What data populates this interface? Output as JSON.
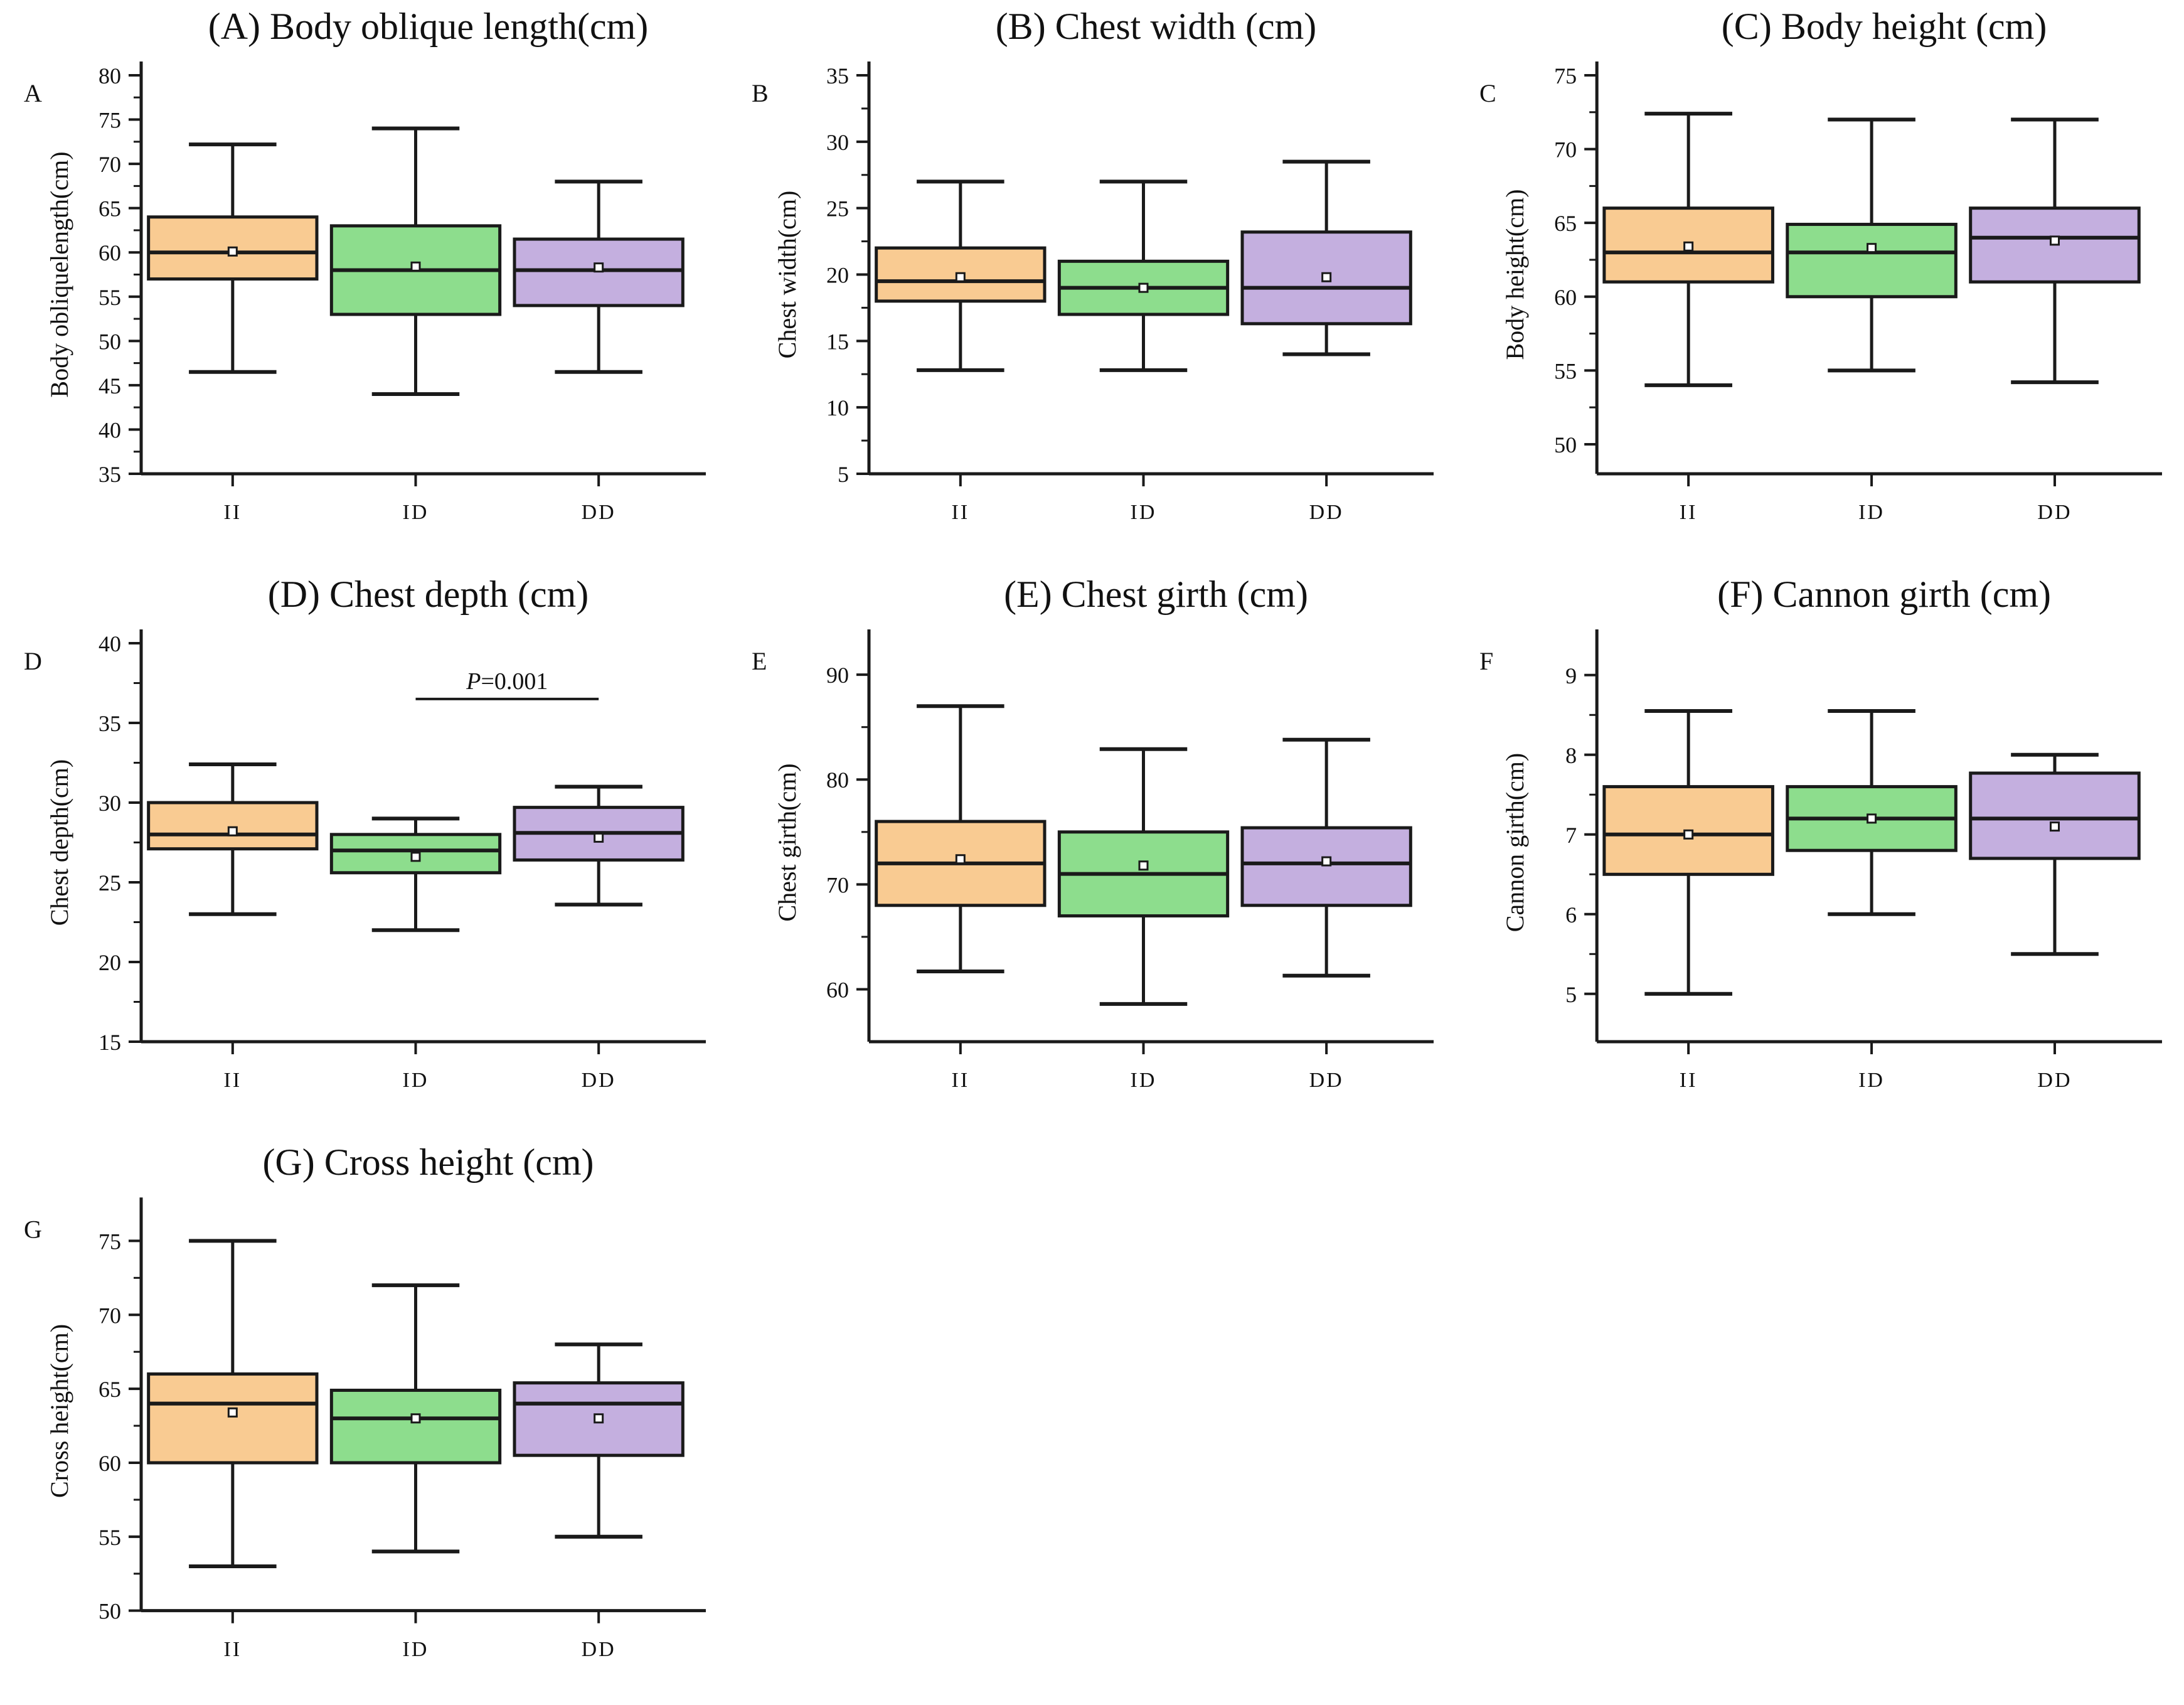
{
  "figure": {
    "categories": [
      "II",
      "ID",
      "DD"
    ],
    "colors": {
      "II": "#F9CB92",
      "ID": "#8DDD8D",
      "DD": "#C4AFDF",
      "stroke": "#1a1a1a"
    }
  },
  "chart_data": [
    {
      "type": "box",
      "panel_letter": "A",
      "title": "(A) Body oblique length(cm)",
      "ylabel": "Body obliquelength(cm)",
      "xlabel": "",
      "ylim": [
        35,
        80
      ],
      "yticks": [
        35,
        40,
        45,
        50,
        55,
        60,
        65,
        70,
        75,
        80
      ],
      "categories": [
        "II",
        "ID",
        "DD"
      ],
      "boxes": [
        {
          "label": "II",
          "whisker_low": 46.5,
          "q1": 57.0,
          "median": 60.0,
          "q3": 64.0,
          "whisker_high": 72.2,
          "mean": 60.1,
          "color": "#F9CB92"
        },
        {
          "label": "ID",
          "whisker_low": 44.0,
          "q1": 53.0,
          "median": 58.0,
          "q3": 63.0,
          "whisker_high": 74.0,
          "mean": 58.4,
          "color": "#8DDD8D"
        },
        {
          "label": "DD",
          "whisker_low": 46.5,
          "q1": 54.0,
          "median": 58.0,
          "q3": 61.5,
          "whisker_high": 68.0,
          "mean": 58.3,
          "color": "#C4AFDF"
        }
      ],
      "annotation": null
    },
    {
      "type": "box",
      "panel_letter": "B",
      "title": "(B) Chest width (cm)",
      "ylabel": "Chest width(cm)",
      "xlabel": "",
      "ylim": [
        5,
        35
      ],
      "yticks": [
        5,
        10,
        15,
        20,
        25,
        30,
        35
      ],
      "categories": [
        "II",
        "ID",
        "DD"
      ],
      "boxes": [
        {
          "label": "II",
          "whisker_low": 12.8,
          "q1": 18.0,
          "median": 19.5,
          "q3": 22.0,
          "whisker_high": 27.0,
          "mean": 19.8,
          "color": "#F9CB92"
        },
        {
          "label": "ID",
          "whisker_low": 12.8,
          "q1": 17.0,
          "median": 19.0,
          "q3": 21.0,
          "whisker_high": 27.0,
          "mean": 19.0,
          "color": "#8DDD8D"
        },
        {
          "label": "DD",
          "whisker_low": 14.0,
          "q1": 16.3,
          "median": 19.0,
          "q3": 23.2,
          "whisker_high": 28.5,
          "mean": 19.8,
          "color": "#C4AFDF"
        }
      ],
      "annotation": null
    },
    {
      "type": "box",
      "panel_letter": "C",
      "title": "(C) Body height (cm)",
      "ylabel": "Body height(cm)",
      "xlabel": "",
      "ylim": [
        48,
        75
      ],
      "yticks": [
        50,
        55,
        60,
        65,
        70,
        75
      ],
      "categories": [
        "II",
        "ID",
        "DD"
      ],
      "boxes": [
        {
          "label": "II",
          "whisker_low": 54.0,
          "q1": 61.0,
          "median": 63.0,
          "q3": 66.0,
          "whisker_high": 72.4,
          "mean": 63.4,
          "color": "#F9CB92"
        },
        {
          "label": "ID",
          "whisker_low": 55.0,
          "q1": 60.0,
          "median": 63.0,
          "q3": 64.9,
          "whisker_high": 72.0,
          "mean": 63.3,
          "color": "#8DDD8D"
        },
        {
          "label": "DD",
          "whisker_low": 54.2,
          "q1": 61.0,
          "median": 64.0,
          "q3": 66.0,
          "whisker_high": 72.0,
          "mean": 63.8,
          "color": "#C4AFDF"
        }
      ],
      "annotation": null
    },
    {
      "type": "box",
      "panel_letter": "D",
      "title": "(D) Chest depth (cm)",
      "ylabel": "Chest depth(cm)",
      "xlabel": "",
      "ylim": [
        15,
        40
      ],
      "yticks": [
        15,
        20,
        25,
        30,
        35,
        40
      ],
      "categories": [
        "II",
        "ID",
        "DD"
      ],
      "boxes": [
        {
          "label": "II",
          "whisker_low": 23.0,
          "q1": 27.1,
          "median": 28.0,
          "q3": 30.0,
          "whisker_high": 32.4,
          "mean": 28.2,
          "color": "#F9CB92"
        },
        {
          "label": "ID",
          "whisker_low": 22.0,
          "q1": 25.6,
          "median": 27.0,
          "q3": 28.0,
          "whisker_high": 29.0,
          "mean": 26.6,
          "color": "#8DDD8D"
        },
        {
          "label": "DD",
          "whisker_low": 23.6,
          "q1": 26.4,
          "median": 28.1,
          "q3": 29.7,
          "whisker_high": 31.0,
          "mean": 27.8,
          "color": "#C4AFDF"
        }
      ],
      "annotation": {
        "text": "P=0.001",
        "from": "ID",
        "to": "DD",
        "y": 36.5
      }
    },
    {
      "type": "box",
      "panel_letter": "E",
      "title": "(E) Chest girth (cm)",
      "ylabel": "Chest girth(cm)",
      "xlabel": "",
      "ylim": [
        55,
        93
      ],
      "yticks": [
        60,
        70,
        80,
        90
      ],
      "categories": [
        "II",
        "ID",
        "DD"
      ],
      "boxes": [
        {
          "label": "II",
          "whisker_low": 61.7,
          "q1": 68.0,
          "median": 72.0,
          "q3": 76.0,
          "whisker_high": 87.0,
          "mean": 72.4,
          "color": "#F9CB92"
        },
        {
          "label": "ID",
          "whisker_low": 58.6,
          "q1": 67.0,
          "median": 71.0,
          "q3": 75.0,
          "whisker_high": 82.9,
          "mean": 71.8,
          "color": "#8DDD8D"
        },
        {
          "label": "DD",
          "whisker_low": 61.3,
          "q1": 68.0,
          "median": 72.0,
          "q3": 75.4,
          "whisker_high": 83.8,
          "mean": 72.2,
          "color": "#C4AFDF"
        }
      ],
      "annotation": null
    },
    {
      "type": "box",
      "panel_letter": "F",
      "title": "(F) Cannon girth (cm)",
      "ylabel": "Cannon girth(cm)",
      "xlabel": "",
      "ylim": [
        4.4,
        9.4
      ],
      "yticks": [
        5,
        6,
        7,
        8,
        9
      ],
      "categories": [
        "II",
        "ID",
        "DD"
      ],
      "boxes": [
        {
          "label": "II",
          "whisker_low": 5.0,
          "q1": 6.5,
          "median": 7.0,
          "q3": 7.6,
          "whisker_high": 8.55,
          "mean": 7.0,
          "color": "#F9CB92"
        },
        {
          "label": "ID",
          "whisker_low": 6.0,
          "q1": 6.8,
          "median": 7.2,
          "q3": 7.6,
          "whisker_high": 8.55,
          "mean": 7.2,
          "color": "#8DDD8D"
        },
        {
          "label": "DD",
          "whisker_low": 5.5,
          "q1": 6.7,
          "median": 7.2,
          "q3": 7.77,
          "whisker_high": 8.0,
          "mean": 7.1,
          "color": "#C4AFDF"
        }
      ],
      "annotation": null
    },
    {
      "type": "box",
      "panel_letter": "G",
      "title": "(G) Cross height (cm)",
      "ylabel": "Cross height(cm)",
      "xlabel": "",
      "ylim": [
        50,
        77
      ],
      "yticks": [
        50,
        55,
        60,
        65,
        70,
        75
      ],
      "categories": [
        "II",
        "ID",
        "DD"
      ],
      "boxes": [
        {
          "label": "II",
          "whisker_low": 53.0,
          "q1": 60.0,
          "median": 64.0,
          "q3": 66.0,
          "whisker_high": 75.0,
          "mean": 63.4,
          "color": "#F9CB92"
        },
        {
          "label": "ID",
          "whisker_low": 54.0,
          "q1": 60.0,
          "median": 63.0,
          "q3": 64.9,
          "whisker_high": 72.0,
          "mean": 63.0,
          "color": "#8DDD8D"
        },
        {
          "label": "DD",
          "whisker_low": 55.0,
          "q1": 60.5,
          "median": 64.0,
          "q3": 65.4,
          "whisker_high": 68.0,
          "mean": 63.0,
          "color": "#C4AFDF"
        }
      ],
      "annotation": null
    }
  ]
}
